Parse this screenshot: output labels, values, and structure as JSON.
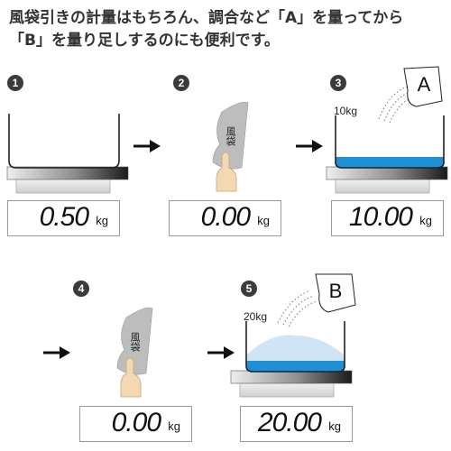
{
  "title": {
    "line1": "風袋引きの計量はもちろん、調合など「A」を量ってから",
    "line2": "「B」を量り足しするのにも便利です。"
  },
  "steps": [
    {
      "number": "1",
      "display": "0.50",
      "unit": "kg"
    },
    {
      "number": "2",
      "display": "0.00",
      "unit": "kg",
      "bag_label": "風袋"
    },
    {
      "number": "3",
      "display": "10.00",
      "unit": "kg",
      "added_weight": "10kg",
      "tag": "A"
    },
    {
      "number": "4",
      "display": "0.00",
      "unit": "kg",
      "bag_label": "風袋"
    },
    {
      "number": "5",
      "display": "20.00",
      "unit": "kg",
      "added_weight": "20kg",
      "tag": "B"
    }
  ],
  "colors": {
    "water": "#1e90d8",
    "powder": "#cfe4f5",
    "bag": "#bdbdbd",
    "finger": "#f2d9b3",
    "text": "#333333"
  },
  "icons": [
    "arrow-right-icon",
    "finger-icon",
    "bag-icon",
    "tag-icon"
  ]
}
